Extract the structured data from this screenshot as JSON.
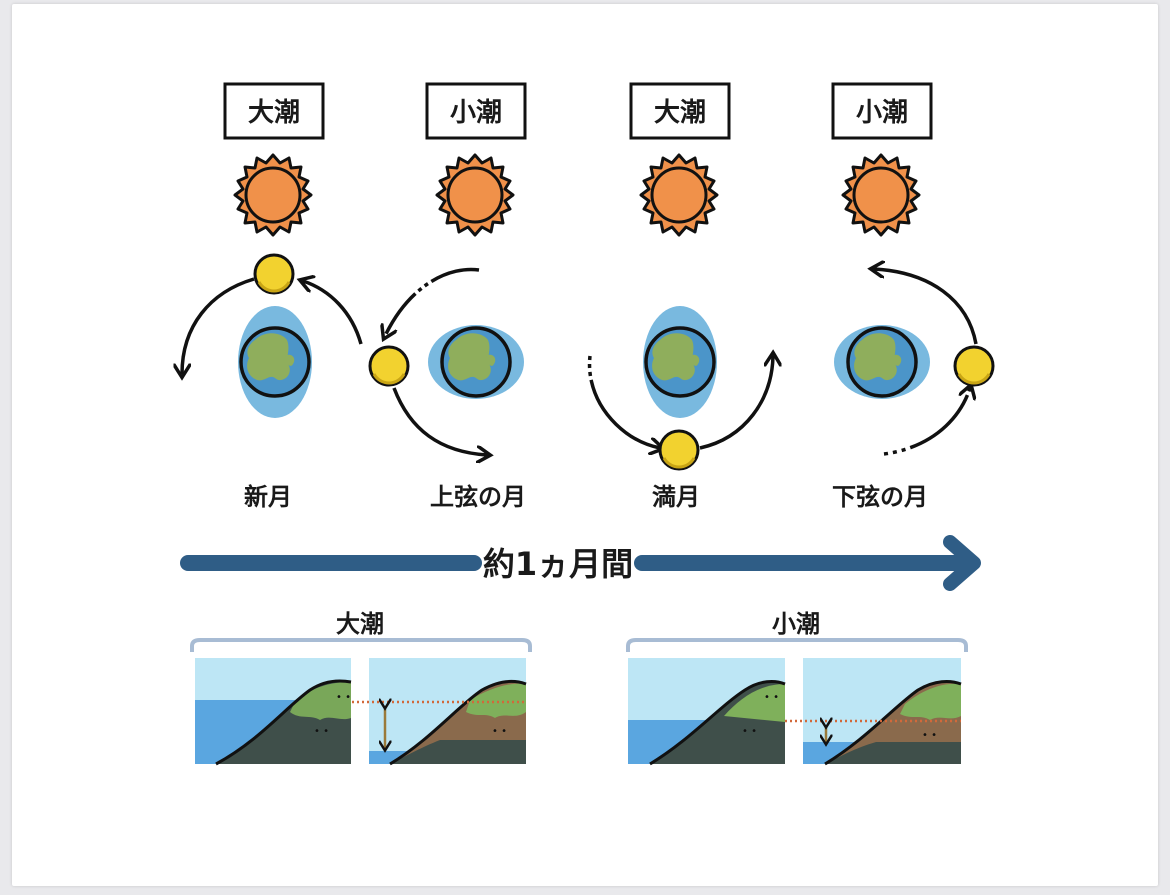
{
  "tide_labels": [
    "大潮",
    "小潮",
    "大潮",
    "小潮"
  ],
  "phases": [
    "新月",
    "上弦の月",
    "満月",
    "下弦の月"
  ],
  "period_label": "約1ヵ月間",
  "panels": {
    "spring": "大潮",
    "neap": "小潮"
  },
  "colors": {
    "sun": "#f0914a",
    "moon": "#f2d22f",
    "earth_land": "#8fae5c",
    "earth_sea": "#4b95c9",
    "tidal_bulge": "#79b9df",
    "timeline_arrow": "#2f5d86",
    "sky": "#bde6f5",
    "sea": "#5aa6e0",
    "hill_grass": "#7fb05b",
    "hill_soil": "#8a6a4c",
    "hill_dark": "#3f4f4a",
    "bracket": "#a8bcd4"
  }
}
